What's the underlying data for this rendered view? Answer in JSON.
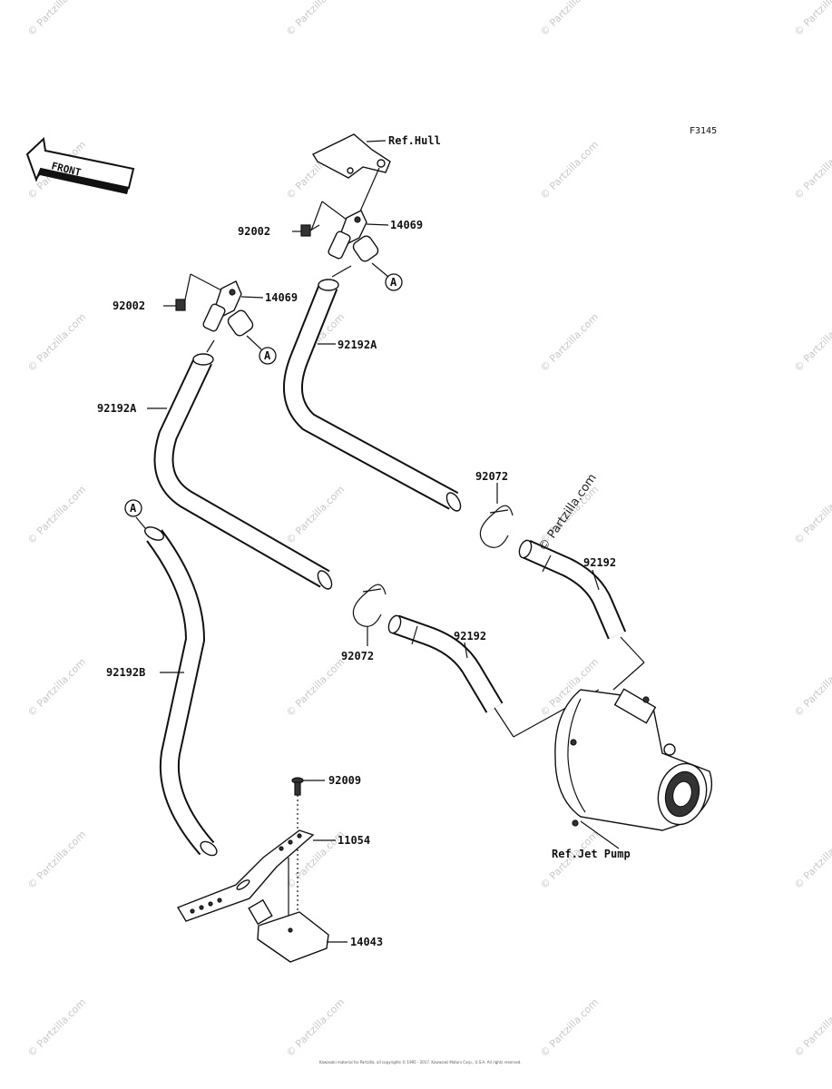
{
  "figure_code": "F3145",
  "front_label": "FRONT",
  "ref_labels": {
    "hull": "Ref.Hull",
    "jet_pump": "Ref.Jet Pump"
  },
  "callouts": [
    {
      "id": "a1",
      "text": "A"
    },
    {
      "id": "a2",
      "text": "A"
    },
    {
      "id": "a3",
      "text": "A"
    }
  ],
  "part_labels": {
    "bolt_upper": "92002",
    "fitting_upper": "14069",
    "bolt_lower": "92002",
    "fitting_lower": "14069",
    "hose_right": "92192A",
    "hose_left": "92192A",
    "clamp_upper": "92072",
    "clamp_lower": "92072",
    "pump_hose_upper": "92192",
    "pump_hose_lower": "92192",
    "hose_long": "92192B",
    "screw": "92009",
    "bracket": "11054",
    "strainer": "14043"
  },
  "watermark": {
    "text": "© Partzilla.com",
    "feature": "© Partzilla.com"
  },
  "footer_text": "Kawasaki material for Partzilla, all copyrights © 1995 - 2017. Kawasaki Motors Corp., U.S.A. All rights reserved."
}
